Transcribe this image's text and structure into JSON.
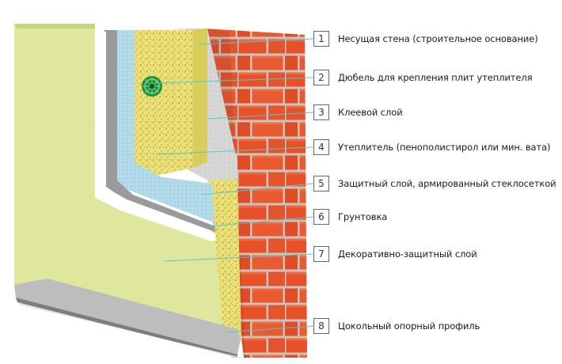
{
  "legend": [
    {
      "number": "1",
      "label": "Несущая стена (строительное основание)"
    },
    {
      "number": "2",
      "label": "Дюбель для крепления плит утеплителя"
    },
    {
      "number": "3",
      "label": "Клеевой слой"
    },
    {
      "number": "4",
      "label": "Утеплитель (пенополистирол или мин. вата)"
    },
    {
      "number": "5",
      "label": "Защитный слой, армированный стеклосеткой"
    },
    {
      "number": "6",
      "label": "Грунтовка"
    },
    {
      "number": "7",
      "label": "Декоративно-защитный слой"
    },
    {
      "number": "8",
      "label": "Цокольный опорный профиль"
    }
  ],
  "colors": {
    "brick": "#e8502a",
    "mortar": "#c9c9c9",
    "insulation": "#e6e08a",
    "mesh": "#a9d3e8",
    "decorative": "#d9e59a",
    "dowel": "#1f8f3a",
    "leader": "#5fc4c4"
  }
}
